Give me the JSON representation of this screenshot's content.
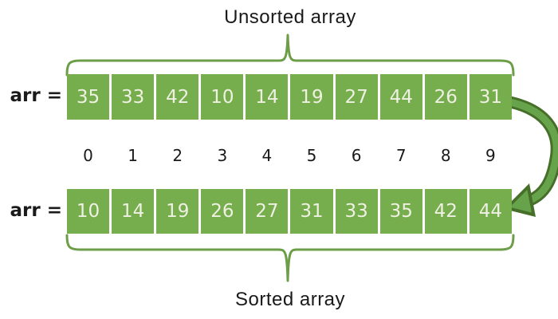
{
  "diagram": {
    "title_top": "Unsorted array",
    "title_bottom": "Sorted array",
    "row_label": "arr =",
    "unsorted_values": [
      35,
      33,
      42,
      10,
      14,
      19,
      27,
      44,
      26,
      31
    ],
    "indices": [
      0,
      1,
      2,
      3,
      4,
      5,
      6,
      7,
      8,
      9
    ],
    "sorted_values": [
      10,
      14,
      19,
      26,
      27,
      31,
      33,
      35,
      42,
      44
    ],
    "colors": {
      "cell": "#76AE4D",
      "cellText": "#EFF0E3",
      "brace": "#6C9D47",
      "arrowFill": "#67A34A",
      "arrowOutline": "#466F2A",
      "text": "#1A1A1A"
    }
  }
}
